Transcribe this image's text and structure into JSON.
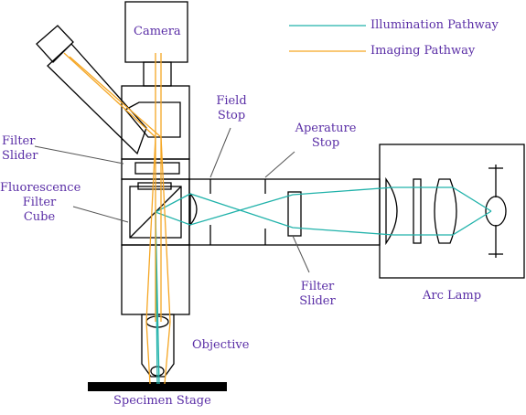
{
  "legend": {
    "illumination": {
      "label": "Illumination Pathway",
      "color": "#20b2aa"
    },
    "imaging": {
      "label": "Imaging Pathway",
      "color": "#f5a623"
    }
  },
  "labels": {
    "camera": "Camera",
    "field_stop": [
      "Field",
      "Stop"
    ],
    "aperture_stop": [
      "Aperature",
      "Stop"
    ],
    "filter_slider_top": [
      "Filter",
      "Slider"
    ],
    "fluorescence_cube": [
      "Fluorescence",
      "Filter",
      "Cube"
    ],
    "filter_slider_bottom": [
      "Filter",
      "Slider"
    ],
    "arc_lamp": "Arc Lamp",
    "objective": "Objective",
    "specimen_stage": "Specimen Stage"
  },
  "colors": {
    "label_text": "#5a2ea6",
    "outline": "#000000"
  }
}
